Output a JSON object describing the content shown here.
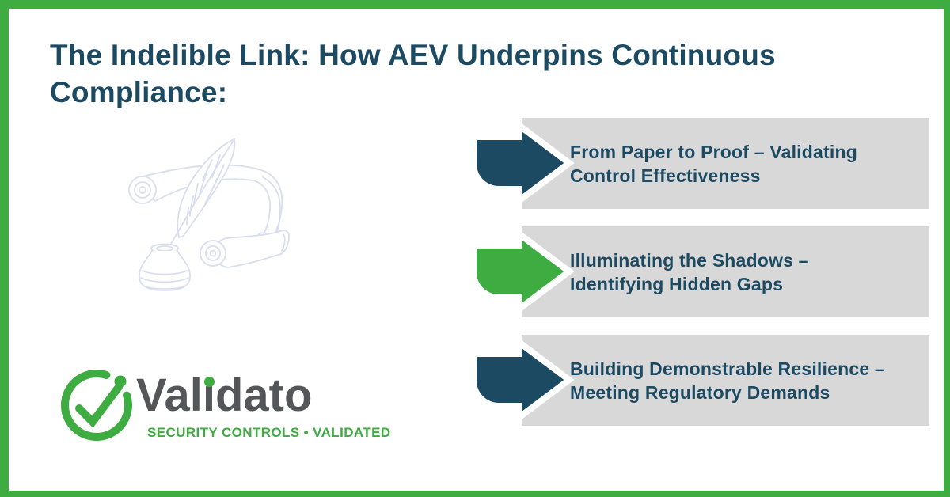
{
  "theme": {
    "green": "#3fac42",
    "navy": "#1d4a63",
    "panel_gray": "#d8d8d8",
    "wordmark_gray": "#55565a",
    "watermark_blue": "#d9deef"
  },
  "title": {
    "lines": [
      "The Indelible Link: How AEV Underpins Continuous",
      "Compliance:"
    ]
  },
  "items": [
    {
      "color": "#1d4a63",
      "lines": [
        "From Paper to Proof – Validating",
        "Control Effectiveness"
      ]
    },
    {
      "color": "#3fac42",
      "lines": [
        "Illuminating the Shadows –",
        "Identifying Hidden Gaps"
      ]
    },
    {
      "color": "#1d4a63",
      "lines": [
        "Building Demonstrable Resilience –",
        "Meeting Regulatory Demands"
      ]
    }
  ],
  "logo": {
    "name": "Validato",
    "wordmark": {
      "pre": "Val",
      "dotless_i": "ı",
      "post": "dato"
    },
    "tagline": "SECURITY CONTROLS • VALIDATED"
  },
  "watermark": {
    "icon": "quill-inkwell-scrolls"
  }
}
